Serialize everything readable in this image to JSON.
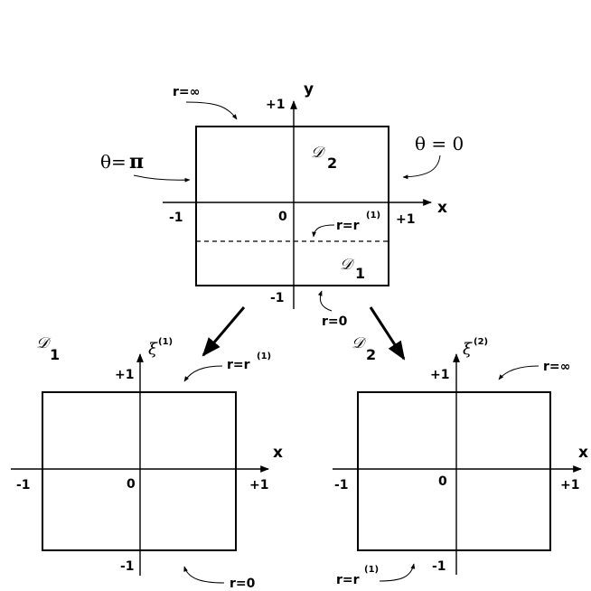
{
  "top": {
    "axis_x": "x",
    "axis_y": "y",
    "tick_left": "-1",
    "tick_right": "+1",
    "tick_top": "+1",
    "tick_bottom": "-1",
    "origin": "0",
    "region_upper_symbol": "𝒟",
    "region_upper_sub": "2",
    "region_lower_symbol": "𝒟",
    "region_lower_sub": "1",
    "label_r_inf": "r=∞",
    "label_theta_pi_greek": "θ=",
    "label_theta_pi_value": "π",
    "label_theta_zero": "θ = 0",
    "label_r_r1_main": "r=r",
    "label_r_r1_sup": "(1)",
    "label_r_zero": "r=0"
  },
  "left": {
    "region_symbol": "𝒟",
    "region_sub": "1",
    "axis_x": "x",
    "axis_y_greek": "ξ",
    "axis_y_sup": "(1)",
    "tick_left": "-1",
    "tick_right": "+1",
    "tick_top": "+1",
    "tick_bottom": "-1",
    "origin": "0",
    "label_top_main": "r=r",
    "label_top_sup": "(1)",
    "label_bottom": "r=0"
  },
  "right": {
    "region_symbol": "𝒟",
    "region_sub": "2",
    "axis_x": "x",
    "axis_y_greek": "ξ",
    "axis_y_sup": "(2)",
    "tick_left": "-1",
    "tick_right": "+1",
    "tick_top": "+1",
    "tick_bottom": "-1",
    "origin": "0",
    "label_top": "r=∞",
    "label_bottom_main": "r=r",
    "label_bottom_sup": "(1)"
  }
}
